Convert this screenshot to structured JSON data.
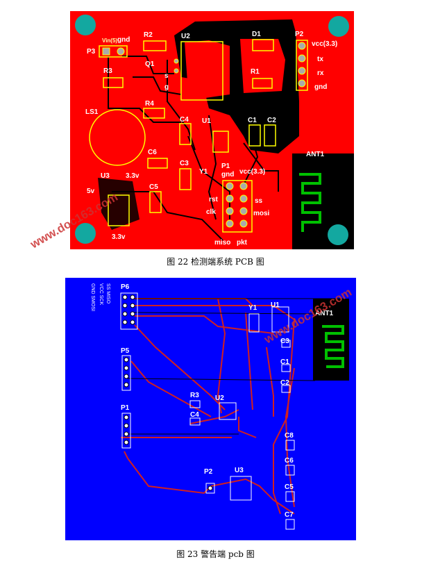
{
  "figure1": {
    "caption": "图 22  检测端系统 PCB 图",
    "board_color": "#ff0000",
    "labels": {
      "p3": "P3",
      "vin5": "Vin(5)",
      "gnd_top": "gnd",
      "r2": "R2",
      "u2": "U2",
      "d1": "D1",
      "p2": "P2",
      "vcc33_top": "vcc(3.3)",
      "tx": "tx",
      "rx": "rx",
      "gnd_right": "gnd",
      "r3": "R3",
      "q1": "Q1",
      "s": "s",
      "g": "g",
      "r1": "R1",
      "r4": "R4",
      "ls1": "LS1",
      "c4": "C4",
      "u1": "U1",
      "c1": "C1",
      "c2": "C2",
      "c6": "C6",
      "c3": "C3",
      "y1": "Y1",
      "p1": "P1",
      "gnd_mid": "gnd",
      "vcc33_mid": "vcc(3.3)",
      "ant1": "ANT1",
      "u3": "U3",
      "v33_a": "3.3v",
      "v5": "5v",
      "c5": "C5",
      "rst": "rst",
      "ss": "ss",
      "clk": "clk",
      "mosi": "mosi",
      "miso": "miso",
      "pkt": "pkt",
      "v33_b": "3.3v"
    }
  },
  "figure2": {
    "caption": "图 23  警告端 pcb 图",
    "board_color": "#0000ff",
    "labels": {
      "p6": "P6",
      "p5": "P5",
      "p1": "P1",
      "y1": "Y1",
      "u1": "U1",
      "ant1": "ANT1",
      "c3": "C3",
      "c1": "C1",
      "c2": "C2",
      "r3": "R3",
      "u2": "U2",
      "c4": "C4",
      "c8": "C8",
      "c6": "C6",
      "p2": "P2",
      "u3": "U3",
      "c5": "C5",
      "c7": "C7"
    }
  },
  "watermark": "www.doc163.com"
}
